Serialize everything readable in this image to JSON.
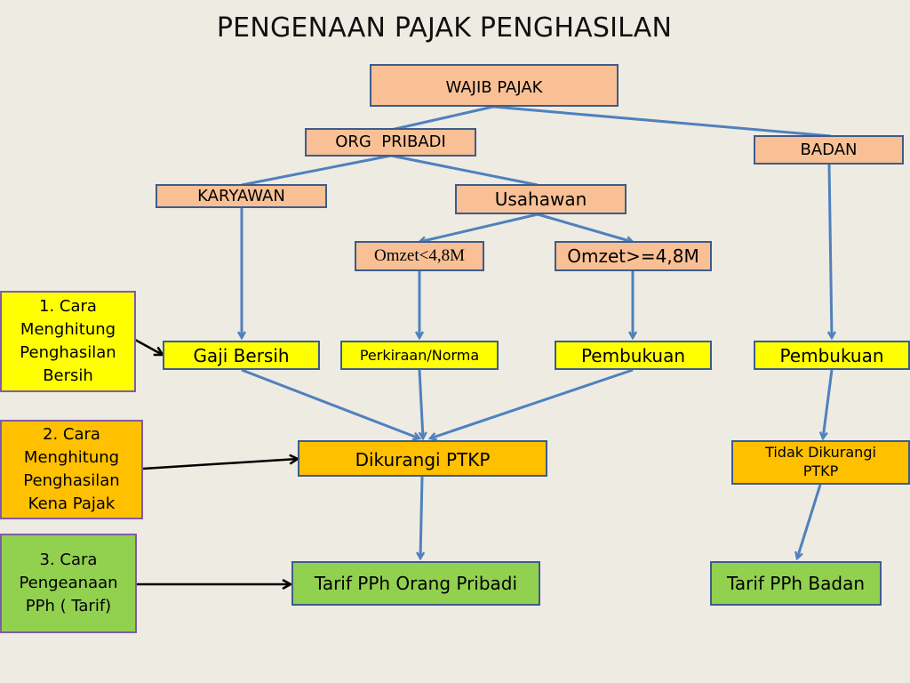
{
  "title": "PENGENAAN PAJAK PENGHASILAN",
  "nodes": {
    "wajib_pajak": "WAJIB PAJAK",
    "org_pribadi": "ORG  PRIBADI",
    "badan": "BADAN",
    "karyawan": "KARYAWAN",
    "usahawan": "Usahawan",
    "omzet_lt": "Omzet<4,8M",
    "omzet_ge": "Omzet>=4,8M",
    "gaji_bersih": "Gaji Bersih",
    "perkiraan_norma": "Perkiraan/Norma",
    "pembukuan_op": "Pembukuan",
    "pembukuan_badan": "Pembukuan",
    "dikurangi_ptkp": "Dikurangi PTKP",
    "tidak_dikurangi_ptkp": "Tidak Dikurangi PTKP",
    "tarif_op": "Tarif PPh Orang Pribadi",
    "tarif_badan": "Tarif PPh Badan"
  },
  "steps": {
    "step1": "1. Cara Menghitung Penghasilan Bersih",
    "step2": "2.  Cara Menghitung Penghasilan Kena Pajak",
    "step3": "3. Cara Pengeanaan PPh ( Tarif)"
  },
  "colors": {
    "background": "#eeebe2",
    "salmon": "#f9c095",
    "yellow": "#ffff00",
    "orange": "#ffc000",
    "green": "#92d050",
    "connector": "#4f81bd",
    "box_border": "#3d5c8c"
  }
}
